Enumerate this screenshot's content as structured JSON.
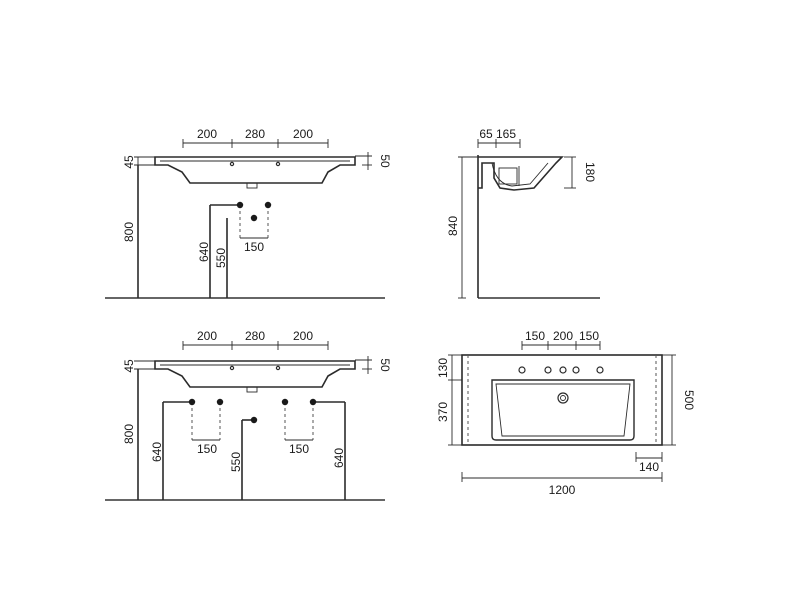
{
  "colors": {
    "line": "#2b2b2b",
    "text": "#1a1a1a",
    "background": "#ffffff"
  },
  "front_single": {
    "top_dims": [
      "200",
      "280",
      "200"
    ],
    "left_thickness": "45",
    "right_thickness": "50",
    "height_total": "800",
    "height_supply": "640",
    "height_waste": "550",
    "supply_spacing": "150"
  },
  "side_view": {
    "depth_back": "65",
    "depth_front": "165",
    "basin_depth": "180",
    "height_total": "840"
  },
  "front_double": {
    "top_dims": [
      "200",
      "280",
      "200"
    ],
    "left_thickness": "45",
    "right_thickness": "50",
    "height_total": "800",
    "height_supply_left": "640",
    "height_waste": "550",
    "height_supply_right": "640",
    "supply_spacing_left": "150",
    "supply_spacing_right": "150"
  },
  "plan_view": {
    "top_dims": [
      "150",
      "200",
      "150"
    ],
    "back_depth": "130",
    "basin_depth": "370",
    "total_depth": "500",
    "side_margin": "140",
    "width": "1200"
  }
}
